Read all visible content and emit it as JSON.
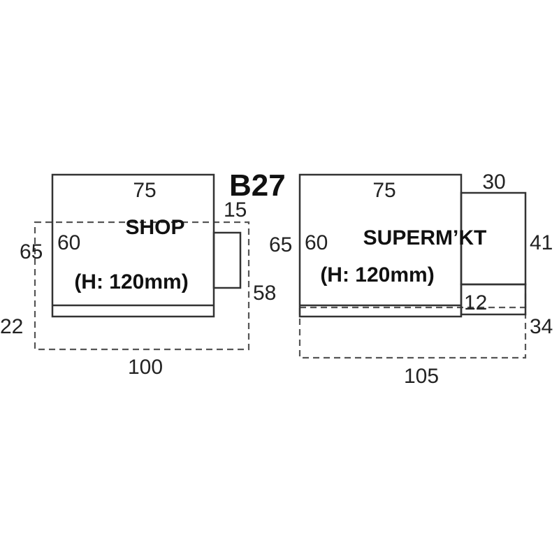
{
  "code": "B27",
  "shop": {
    "name": "SHOP",
    "height_note": "(H: 120mm)",
    "dims": {
      "top": "75",
      "side_outer": "65",
      "side_inner": "60",
      "annex_width": "15",
      "annex_right": "58",
      "base_left": "22",
      "base_width": "100"
    }
  },
  "supermarket": {
    "name": "SUPERM’KT",
    "height_note": "(H: 120mm)",
    "dims": {
      "top": "75",
      "side_outer": "65",
      "side_inner": "60",
      "annex_width": "30",
      "annex_height": "41",
      "annex_lower": "12",
      "base_right": "34",
      "base_width": "105"
    }
  }
}
